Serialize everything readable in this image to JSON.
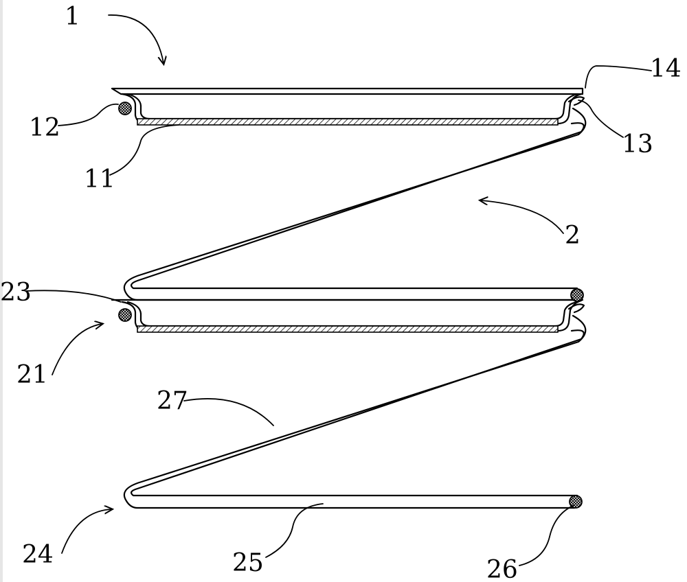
{
  "labels": {
    "l1": "1",
    "l2": "2",
    "l11": "11",
    "l12": "12",
    "l13": "13",
    "l14": "14",
    "l21": "21",
    "l23": "23",
    "l24": "24",
    "l25": "25",
    "l26": "26",
    "l27": "27"
  }
}
